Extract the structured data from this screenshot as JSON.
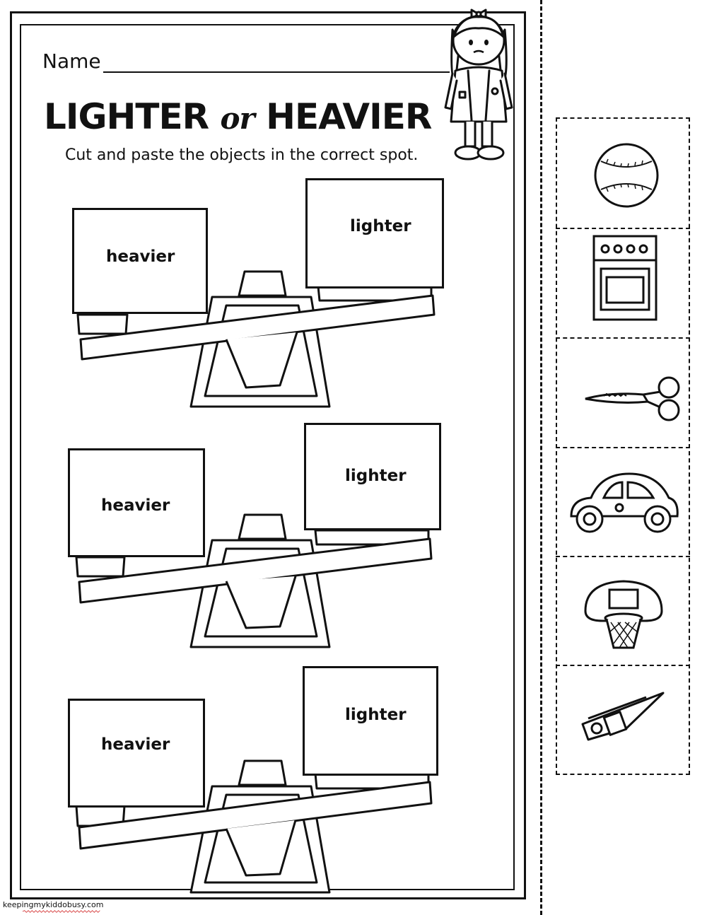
{
  "worksheet": {
    "name_label": "Name",
    "title": {
      "part1": "LIGHTER",
      "part2": "or",
      "part3": "HEAVIER"
    },
    "instructions": "Cut and paste the objects in the correct spot.",
    "scales": [
      {
        "left_label": "heavier",
        "right_label": "lighter"
      },
      {
        "left_label": "heavier",
        "right_label": "lighter"
      },
      {
        "left_label": "heavier",
        "right_label": "lighter"
      }
    ],
    "credit": "keepingmykiddobusy.com"
  },
  "cutouts": [
    {
      "icon": "baseball-icon"
    },
    {
      "icon": "stove-icon"
    },
    {
      "icon": "scissors-icon"
    },
    {
      "icon": "car-icon"
    },
    {
      "icon": "basketball-hoop-icon"
    },
    {
      "icon": "clothespin-icon"
    }
  ],
  "colors": {
    "ink": "#111111",
    "paper": "#ffffff",
    "credit_underline": "#d33030"
  }
}
